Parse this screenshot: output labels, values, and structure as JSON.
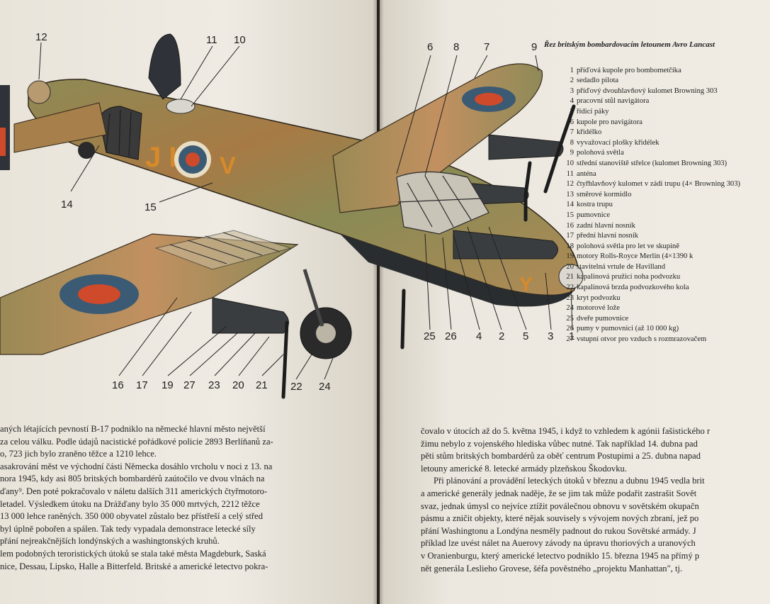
{
  "figure": {
    "callout_numbers": [
      "12",
      "11",
      "10",
      "14",
      "15",
      "16",
      "17",
      "19",
      "27",
      "23",
      "20",
      "21",
      "22",
      "24",
      "6",
      "8",
      "7",
      "9",
      "25",
      "26",
      "4",
      "2",
      "5",
      "3",
      "1"
    ],
    "colors": {
      "camouflage_brown": "#a77a45",
      "camouflage_green": "#8a8a55",
      "underside_black": "#2a2d30",
      "roundel_red": "#cf4a2a",
      "roundel_blue": "#3b5a74",
      "code_letters": "#d68a2a"
    }
  },
  "legend": {
    "title": "Řez britským bombardovacím letounem Avro Lancast",
    "items": [
      {
        "n": "1",
        "t": "příďová kupole pro bombometčíka"
      },
      {
        "n": "2",
        "t": "sedadlo pilota"
      },
      {
        "n": "3",
        "t": "příďový dvouhlavňový kulomet Browning 303"
      },
      {
        "n": "4",
        "t": "pracovní stůl navigátora"
      },
      {
        "n": "5",
        "t": "řídicí páky"
      },
      {
        "n": "6",
        "t": "kupole pro navigátora"
      },
      {
        "n": "7",
        "t": "křidélko"
      },
      {
        "n": "8",
        "t": "vyvažovací plošky křidélek"
      },
      {
        "n": "9",
        "t": "polohová světla"
      },
      {
        "n": "10",
        "t": "střední stanoviště střelce (kulomet Browning 303)"
      },
      {
        "n": "11",
        "t": "anténa"
      },
      {
        "n": "12",
        "t": "čtyřhlavňový kulomet v zádi trupu (4× Browning 303)"
      },
      {
        "n": "13",
        "t": "směrové kormidlo"
      },
      {
        "n": "14",
        "t": "kostra trupu"
      },
      {
        "n": "15",
        "t": "pumovnice"
      },
      {
        "n": "16",
        "t": "zadní hlavní nosník"
      },
      {
        "n": "17",
        "t": "přední hlavní nosník"
      },
      {
        "n": "18",
        "t": "polohová světla pro let ve skupině"
      },
      {
        "n": "19",
        "t": "motory Rolls-Royce Merlin (4×1390 k"
      },
      {
        "n": "20",
        "t": "stavitelná vrtule de Havilland"
      },
      {
        "n": "21",
        "t": "kapalinová pružicí noha podvozku"
      },
      {
        "n": "22",
        "t": "kapalinová brzda podvozkového kola"
      },
      {
        "n": "23",
        "t": "kryt podvozku"
      },
      {
        "n": "24",
        "t": "motorové lože"
      },
      {
        "n": "25",
        "t": "dveře pumovnice"
      },
      {
        "n": "26",
        "t": "pumy v pumovnici (až 10 000 kg)"
      },
      {
        "n": "27",
        "t": "vstupní otvor pro vzduch s rozmrazovačem"
      }
    ]
  },
  "left_text": {
    "lines": [
      "aných létajících pevností B-17 podniklo na německé hlavní město největší",
      "za celou válku. Podle údajů nacistické pořádkové policie 2893 Berlíňanů za-",
      "o, 723 jich bylo zraněno těžce a 1210 lehce.",
      "asakrování měst ve východní části Německa dosáhlo vrcholu v noci z 13. na",
      "nora 1945, kdy asi 805 britských bombardérů zaútočilo ve dvou vlnách na",
      "ďany⁹. Den poté pokračovalo v náletu dalších 311 amerických čtyřmotoro-",
      "letadel. Výsledkem útoku na Drážďany bylo 35 000 mrtvých, 2212 těžce",
      " 13 000 lehce raněných. 350 000 obyvatel zůstalo bez přístřeší a celý střed",
      " byl úplně pobořen a spálen. Tak tedy vypadala demonstrace letecké síly",
      "přání nejreakčnějších londýnských a washingtonských kruhů.",
      "lem podobných teroristických útoků se stala také města Magdeburk, Saská",
      "nice, Dessau, Lipsko, Halle a Bitterfeld. Britské a americké letectvo pokra-"
    ]
  },
  "right_text": {
    "lines": [
      "čovalo v útocích až do 5. května 1945, i když to vzhledem k agónii fašistického r",
      "žimu nebylo z vojenského hlediska vůbec nutné. Tak například 14. dubna pad",
      "pěti stům britských bombardérů za oběť centrum Postupimi a 25. dubna napad",
      "letouny americké 8. letecké armády plzeňskou Škodovku."
    ],
    "paragraph2_lines": [
      "Při plánování a provádění leteckých útoků v březnu a dubnu 1945 vedla brit",
      "a americké generály jednak naděje, že se jim tak může podařit zastrašit Sovět",
      "svaz, jednak úmysl co nejvíce ztížit poválečnou obnovu v sovětském okupačn",
      "pásmu a zničit objekty, které nějak souvisely s vývojem nových zbraní, jež po",
      "přání Washingtonu a Londýna nesměly padnout do rukou Sovětské armády. J",
      "příklad lze uvést nálet na Auerovy závody na úpravu thoriových a uranových",
      "v Oranienburgu, který americké letectvo podniklo 15. března 1945 na přímý p",
      "nět generála Leslieho Grovese, šéfa pověstného „projektu Manhattan\", tj."
    ]
  }
}
